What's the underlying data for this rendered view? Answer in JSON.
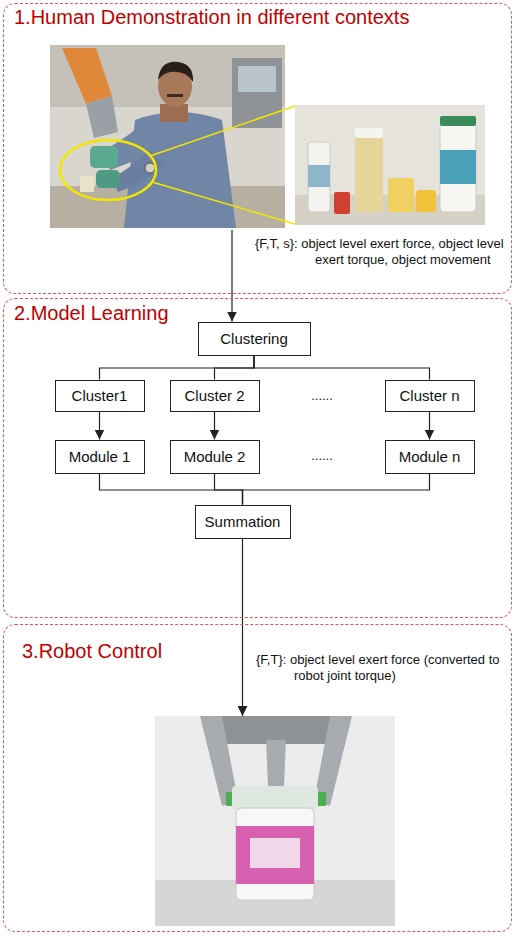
{
  "diagram": {
    "nodes": [
      {
        "text": [
          "1.Human Demonstration in different contexts"
        ]
      },
      {
        "text": [
          "2.Model Learning"
        ]
      },
      {
        "text": [
          "Clustering"
        ],
        "in": 1
      },
      {
        "text": [
          "Cluster1"
        ],
        "in": 1
      },
      {
        "text": [
          "Cluster 2"
        ],
        "in": 1
      },
      {
        "text": [
          "Cluster n"
        ],
        "in": 1
      },
      {
        "text": [
          "Module 1"
        ],
        "in": 1
      },
      {
        "text": [
          "Module 2"
        ],
        "in": 1
      },
      {
        "text": [
          "Module n"
        ],
        "in": 1
      },
      {
        "text": [
          "Summation"
        ],
        "in": 1
      },
      {
        "text": [
          "3.Robot Control"
        ]
      }
    ],
    "edges": [
      {
        "from": 0,
        "to": 2,
        "arrow": "to"
      },
      {
        "from": 2,
        "to": 3,
        "arrow": "none"
      },
      {
        "from": 2,
        "to": 4,
        "arrow": "none"
      },
      {
        "from": 2,
        "to": 5,
        "arrow": "none"
      },
      {
        "from": 3,
        "to": 6,
        "arrow": "to"
      },
      {
        "from": 4,
        "to": 7,
        "arrow": "to"
      },
      {
        "from": 5,
        "to": 8,
        "arrow": "to"
      },
      {
        "from": 6,
        "to": 9,
        "arrow": "none"
      },
      {
        "from": 7,
        "to": 9,
        "arrow": "none"
      },
      {
        "from": 8,
        "to": 9,
        "arrow": "none"
      },
      {
        "from": 9,
        "to": 10,
        "arrow": "to"
      }
    ],
    "labels": [
      "{F,T, s}: object level exert force, object level exert torque, object movement",
      "......",
      "......",
      "{F,T}: object level exert force (converted to robot joint torque)"
    ]
  }
}
